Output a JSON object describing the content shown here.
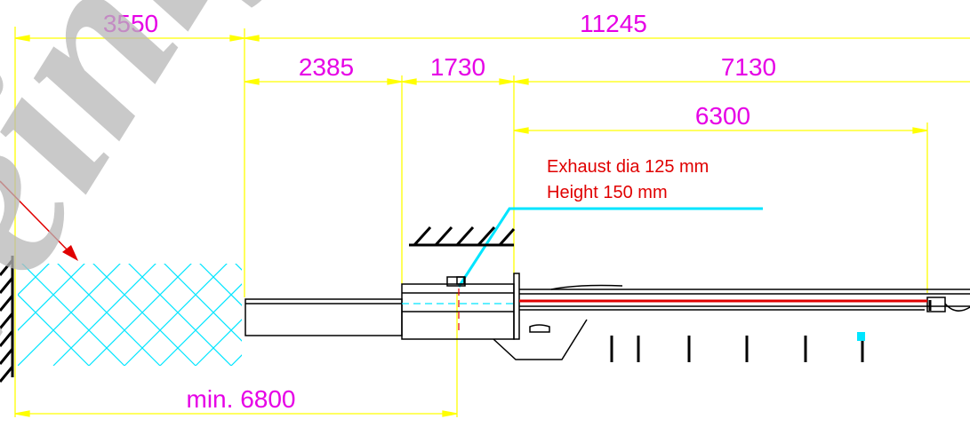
{
  "colors": {
    "dimension_line": "#ffff00",
    "dimension_text": "#e600e6",
    "note_text": "#e00000",
    "leader": "#00e5ff",
    "hatch": "#00e5ff",
    "outline": "#000000",
    "red_line": "#e00000",
    "watermark": "#b8b8b8"
  },
  "dimensions": {
    "d_3550": "3550",
    "d_11245": "11245",
    "d_2385": "2385",
    "d_1730": "1730",
    "d_7130": "7130",
    "d_6300": "6300",
    "d_min_6800": "min. 6800"
  },
  "notes": {
    "exhaust_line1": "Exhaust dia 125 mm",
    "exhaust_line2": "Height 150 mm"
  },
  "icons": {
    "wall": "hatched-wall-icon",
    "ceiling": "hatched-ceiling-icon",
    "safety_zone": "cross-hatch-zone-icon",
    "arrow": "red-arrow-icon"
  },
  "watermark": {
    "text": "weinig"
  }
}
